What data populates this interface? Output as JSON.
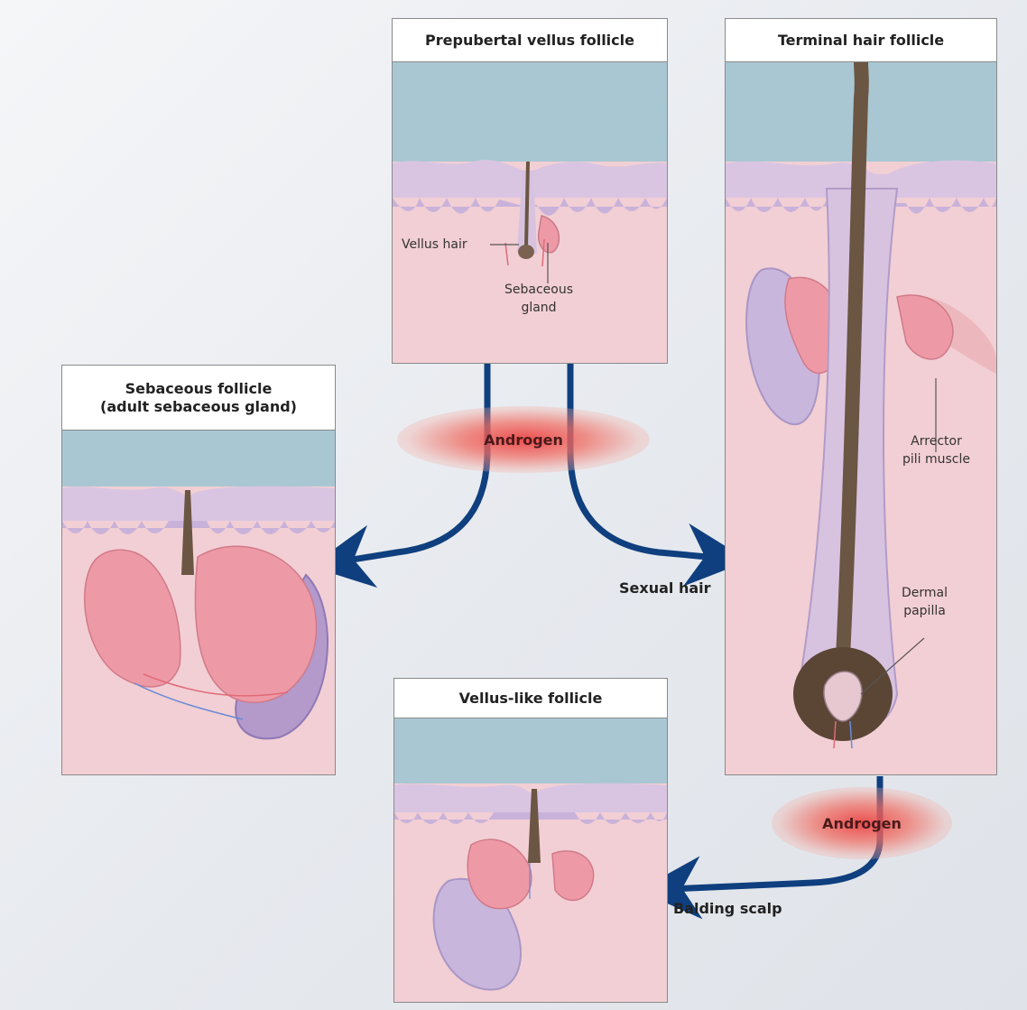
{
  "panels": {
    "prepubertal": {
      "title": "Prepubertal vellus follicle"
    },
    "terminal": {
      "title": "Terminal hair follicle"
    },
    "sebaceous": {
      "title": "Sebaceous follicle\n(adult sebaceous gland)"
    },
    "vellus_like": {
      "title": "Vellus-like follicle"
    }
  },
  "labels": {
    "vellus_hair": "Vellus hair",
    "sebaceous_gland": "Sebaceous\ngland",
    "arrector_pili": "Arrector\npili muscle",
    "dermal_papilla": "Dermal\npapilla"
  },
  "pathway": {
    "androgen_top": "Androgen",
    "androgen_bottom": "Androgen",
    "sexual_hair": "Sexual hair",
    "balding_scalp": "Balding scalp"
  },
  "colors": {
    "arrow": "#0f3f7e",
    "skin": "#f3d2d6",
    "sky": "#a8c6d2",
    "epidermis": "#d7c3e0",
    "hair": "#6b5543",
    "androgen_glow": "#e84a46"
  }
}
